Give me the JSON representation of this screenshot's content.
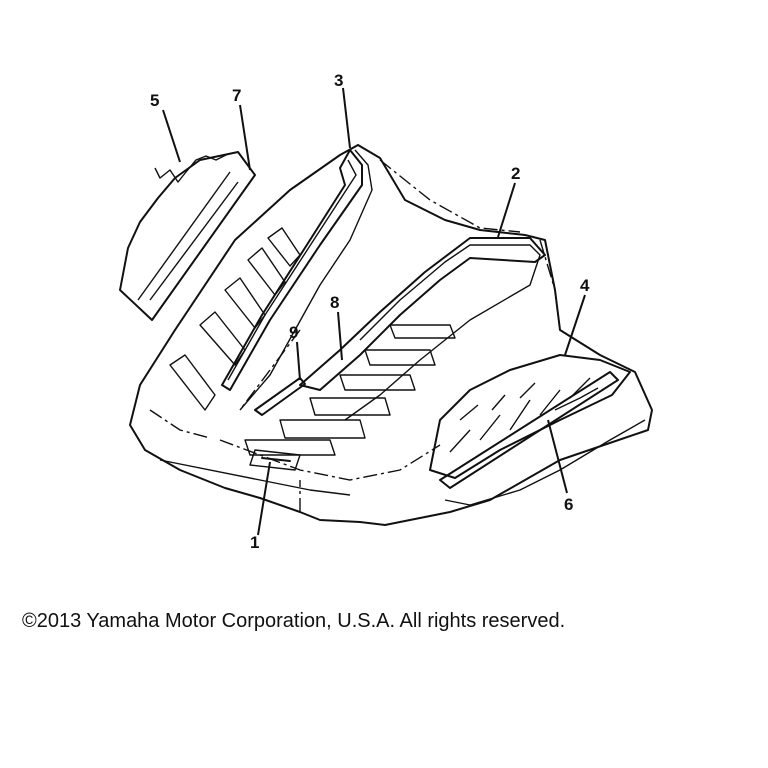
{
  "diagram": {
    "callouts": [
      {
        "label": "1"
      },
      {
        "label": "2"
      },
      {
        "label": "3"
      },
      {
        "label": "4"
      },
      {
        "label": "5"
      },
      {
        "label": "6"
      },
      {
        "label": "7"
      },
      {
        "label": "8"
      },
      {
        "label": "9"
      }
    ]
  },
  "footer": {
    "copyright": "©2013 Yamaha Motor Corporation, U.S.A. All rights reserved."
  }
}
